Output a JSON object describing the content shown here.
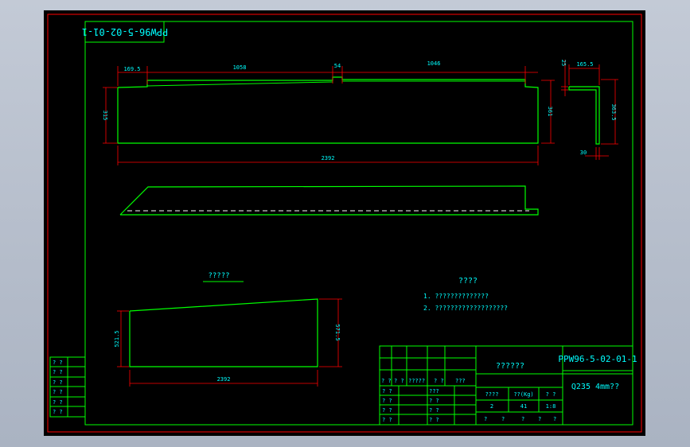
{
  "title_stamp": "PPW96-5-02-01-1",
  "top_view": {
    "dims": {
      "left_offset": "169.5",
      "seg1": "1058",
      "gap": "54",
      "seg2": "1046",
      "height_left": "315",
      "height_right": "361",
      "width": "2392"
    }
  },
  "section": {
    "dims": {
      "top": "25",
      "top_width": "165.5",
      "height": "363.5",
      "bottom": "30"
    }
  },
  "unfold_view": {
    "label": "?????",
    "dims": {
      "left_height": "521.5",
      "right_height": "571.5",
      "width": "2392"
    }
  },
  "notes": {
    "heading": "????",
    "items": [
      "1. ??????????????",
      "2. ???????????????????"
    ]
  },
  "left_table": {
    "rows": [
      "? ?",
      "? ?",
      "? ?",
      "? ?",
      "? ?",
      "? ?"
    ]
  },
  "title_block": {
    "drawing_no": "PPW96-5-02-01-1",
    "part_name": "??????",
    "material": "Q235 4mm??",
    "header_labels": [
      "????",
      "??(Kg)",
      "? ?"
    ],
    "values": [
      "2",
      "41",
      "1:8"
    ],
    "bottom_labels": [
      "?",
      "?",
      "?",
      "?",
      "?"
    ],
    "sign_row": [
      "? ?",
      "? ?",
      "?????",
      "? ?",
      "???"
    ],
    "person_labels": [
      "? ?",
      "? ?",
      "? ?",
      "? ?"
    ],
    "person_labels_right": [
      "???",
      "? ?",
      "? ?",
      "? ?"
    ]
  },
  "colors": {
    "frame": "#00ff00",
    "line": "#00ff00",
    "dimension": "#ff0000",
    "text": "#00ffff",
    "background": "#000000"
  }
}
